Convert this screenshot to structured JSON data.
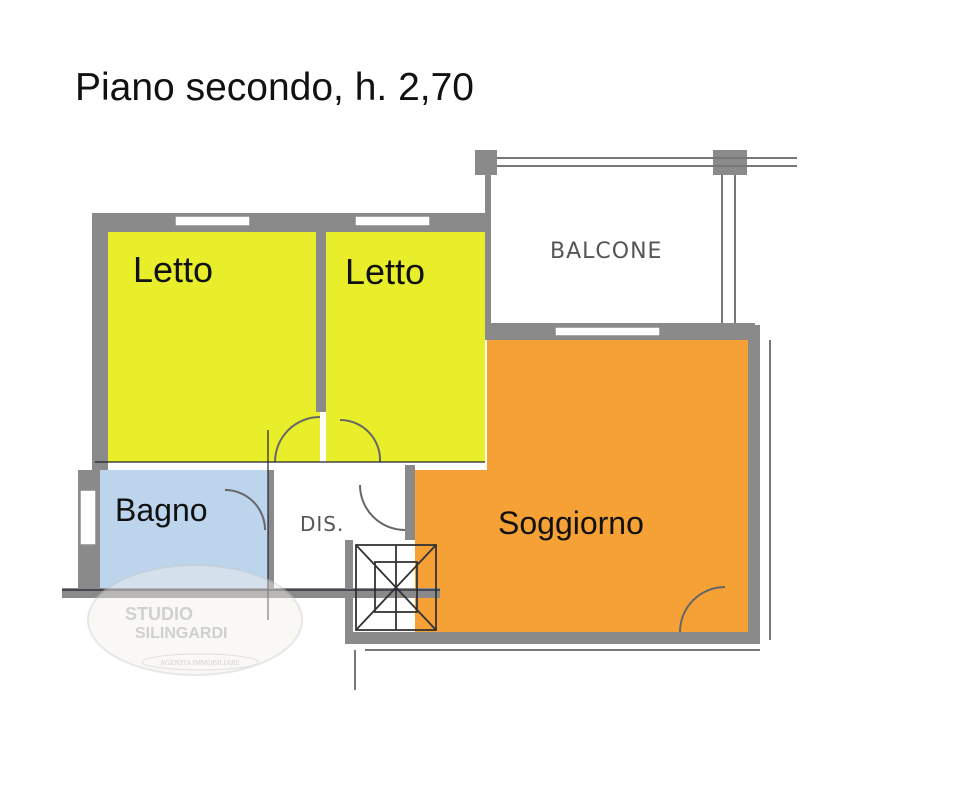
{
  "title": "Piano secondo, h. 2,70",
  "rooms": [
    {
      "name": "Letto",
      "color": "#e9ee2b"
    },
    {
      "name": "Letto",
      "color": "#e9ee2b"
    },
    {
      "name": "BALCONE",
      "color": "#ffffff"
    },
    {
      "name": "Bagno",
      "color": "#bcd4ec"
    },
    {
      "name": "DIS.",
      "color": "#ffffff"
    },
    {
      "name": "Soggiorno",
      "color": "#f6a136"
    }
  ],
  "watermark": {
    "line1": "STUDIO",
    "line2": "SILINGARDI",
    "tagline": "AGENZIA IMMOBILIARE"
  },
  "wall_color": "#8a8a8a"
}
